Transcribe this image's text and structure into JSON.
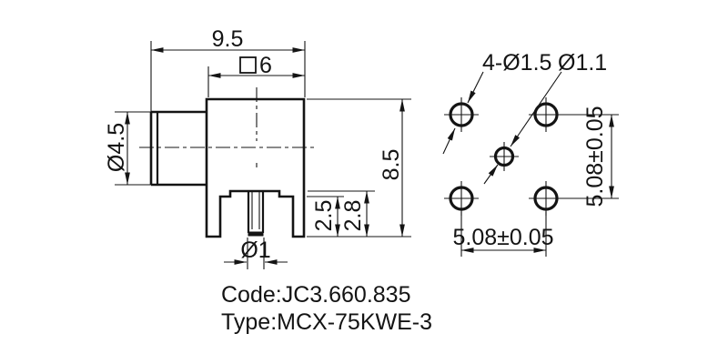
{
  "drawing": {
    "kind": "technical-drawing",
    "background_color": "#ffffff",
    "line_color": "#141414",
    "side_view": {
      "dim_overall_width": "9.5",
      "dim_body_square_value": "6",
      "dim_barrel_diameter": "Ø4.5",
      "dim_overall_height": "8.5",
      "dim_pin_depth": "2.5",
      "dim_leg_depth": "2.8",
      "dim_pin_diameter": "Ø1"
    },
    "footprint_view": {
      "dim_corner_holes": "4-Ø1.5",
      "dim_center_hole": "Ø1.1",
      "dim_pitch_horizontal": "5.08±0.05",
      "dim_pitch_vertical": "5.08±0.05"
    },
    "title_block": {
      "code_line": "Code:JC3.660.835",
      "type_line": "Type:MCX-75KWE-3"
    }
  }
}
